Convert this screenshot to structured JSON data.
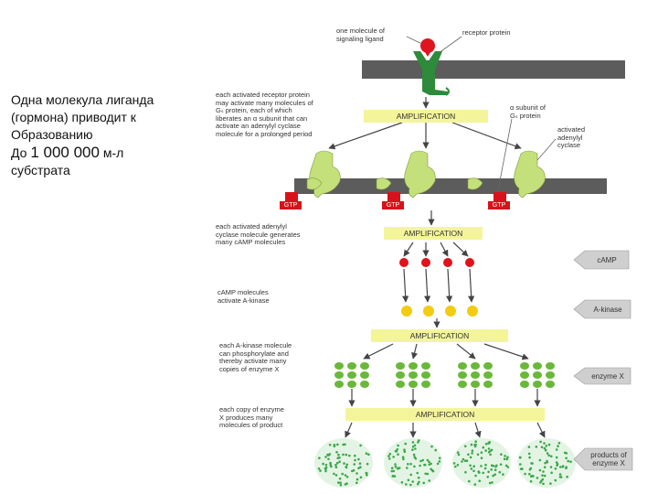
{
  "slide_text": {
    "line1": "Одна молекула лиганда",
    "line2": "(гормона) приводит к",
    "line3": "Образованию",
    "line4_prefix": "До ",
    "line4_number": "1 000 000",
    "line4_suffix": " м-л",
    "line5": "субстрата"
  },
  "diagram": {
    "ligand_caption": [
      "one molecule of",
      "signaling ligand"
    ],
    "receptor_caption": "receptor protein",
    "step1_caption": [
      "each activated receptor protein",
      "may activate many molecules of",
      "Gₛ protein, each of which",
      "liberates an α subunit that can",
      "activate an adenylyl cyclase",
      "molecule for a prolonged period"
    ],
    "alpha_caption": [
      "α subunit of",
      "Gₛ protein"
    ],
    "cyclase_caption": [
      "activated",
      "adenylyl",
      "cyclase"
    ],
    "gtp_label": "GTP",
    "amplification_label": "AMPLIFICATION",
    "step2_caption": [
      "each activated adenylyl",
      "cyclase molecule generates",
      "many cAMP molecules"
    ],
    "step3_caption": [
      "cAMP molecules",
      "activate A-kinase"
    ],
    "step4_caption": [
      "each A-kinase molecule",
      "can phosphorylate and",
      "thereby activate many",
      "copies of enzyme X"
    ],
    "step5_caption": [
      "each copy of enzyme",
      "X produces many",
      "molecules of product"
    ],
    "label_camp": "cAMP",
    "label_akinase": "A-kinase",
    "label_enzyme": "enzyme X",
    "label_products": [
      "products of",
      "enzyme X"
    ]
  },
  "colors": {
    "membrane": "#5c5c5c",
    "receptor": "#2e8b3a",
    "ligand": "#e0141e",
    "gprotein": "#c4e07a",
    "gtp": "#d8121a",
    "camp": "#e0121a",
    "akinase": "#f2cc10",
    "enzyme": "#6ab83a",
    "product": "#3aa84a",
    "amplification": "#f4f59a"
  }
}
